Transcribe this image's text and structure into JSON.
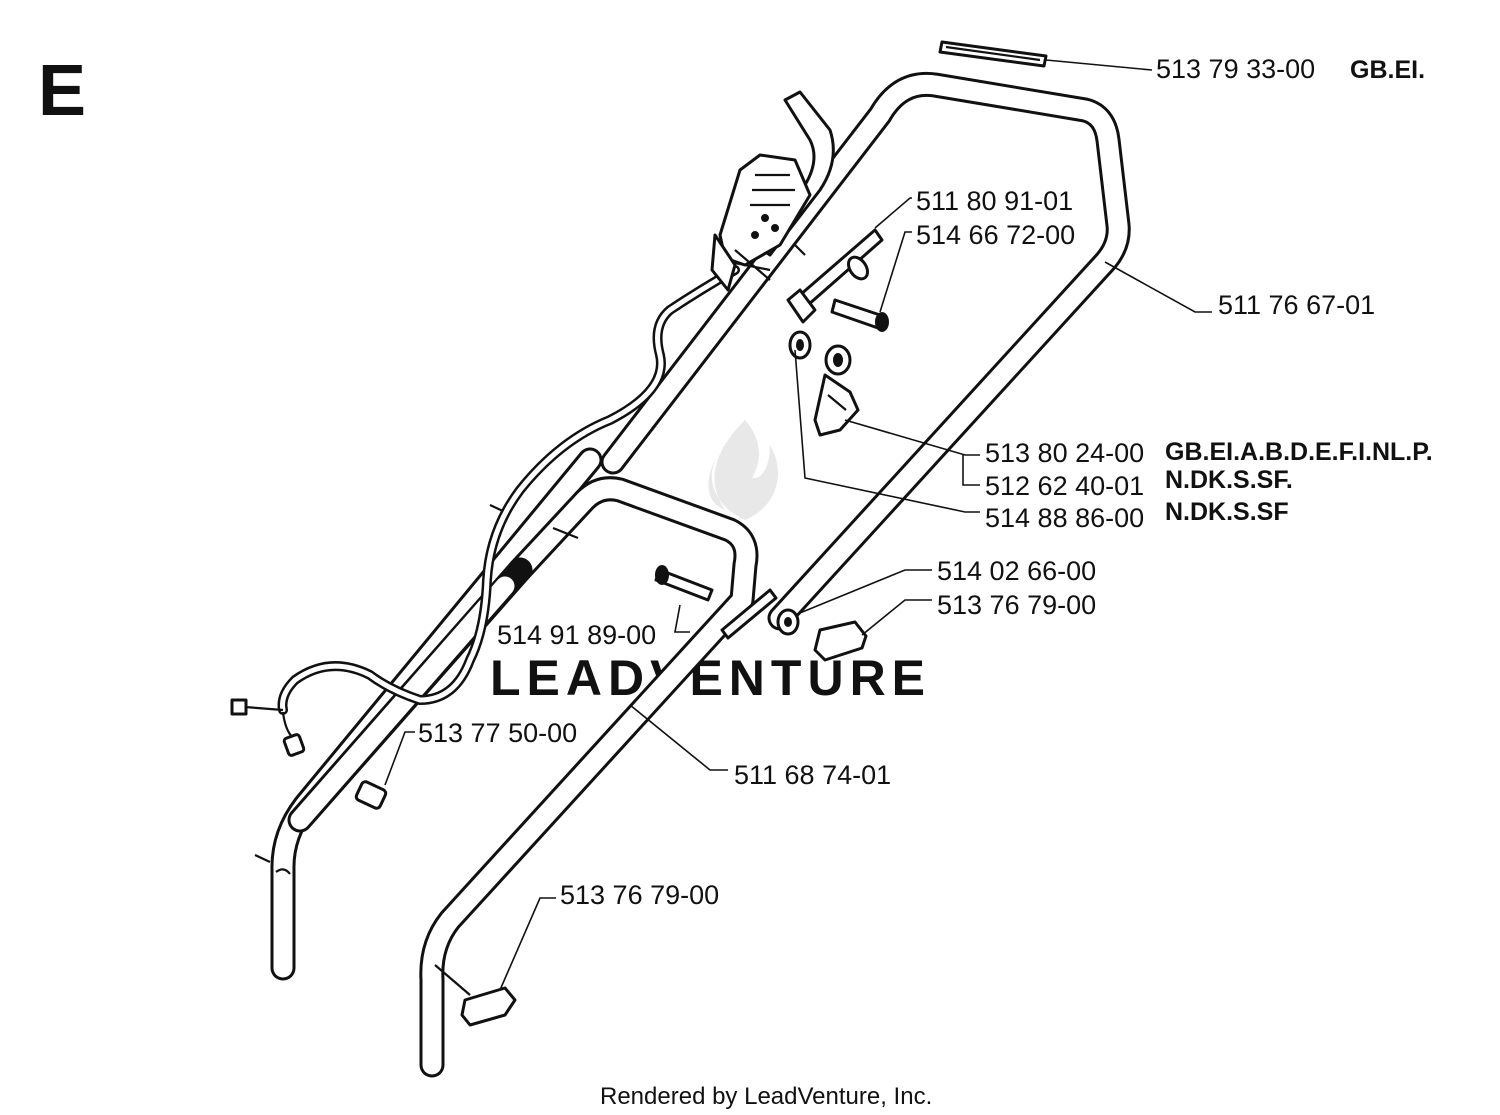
{
  "section_letter": "E",
  "callouts": [
    {
      "id": "pn-513-79-33-00",
      "part_number": "513  79 33-00",
      "markets": "GB.EI."
    },
    {
      "id": "pn-511-80-91-01",
      "part_number": "511 80 91-01",
      "markets": ""
    },
    {
      "id": "pn-514-66-72-00",
      "part_number": "514 66 72-00",
      "markets": ""
    },
    {
      "id": "pn-511-76-67-01",
      "part_number": "511 76 67-01",
      "markets": ""
    },
    {
      "id": "pn-513-80-24-00",
      "part_number": "513 80 24-00",
      "markets": "GB.EI.A.B.D.E.F.I.NL.P."
    },
    {
      "id": "pn-512-62-40-01",
      "part_number": "512 62 40-01",
      "markets": "N.DK.S.SF."
    },
    {
      "id": "pn-514-88-86-00",
      "part_number": "514 88 86-00",
      "markets": "N.DK.S.SF"
    },
    {
      "id": "pn-514-02-66-00",
      "part_number": "514 02 66-00",
      "markets": ""
    },
    {
      "id": "pn-513-76-79-00-a",
      "part_number": "513 76 79-00",
      "markets": ""
    },
    {
      "id": "pn-514-91-89-00",
      "part_number": "514 91 89-00",
      "markets": ""
    },
    {
      "id": "pn-513-77-50-00",
      "part_number": "513 77 50-00",
      "markets": ""
    },
    {
      "id": "pn-511-68-74-01",
      "part_number": "511 68 74-01",
      "markets": ""
    },
    {
      "id": "pn-513-76-79-00-b",
      "part_number": "513 76 79-00",
      "markets": ""
    }
  ],
  "watermark": "LEADVENTURE",
  "footer": "Rendered by LeadVenture, Inc."
}
